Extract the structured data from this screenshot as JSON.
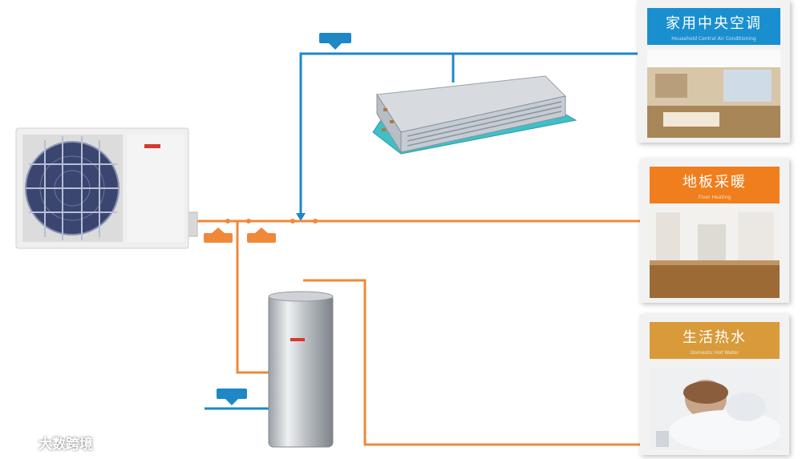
{
  "colors": {
    "blue_pipe": "#1e88c7",
    "orange_pipe": "#f0883a",
    "ac_title": "#1a8fd0",
    "floor_title": "#f07e1c",
    "water_title": "#d99a3a"
  },
  "cards": {
    "ac": {
      "title": "家用中央空调",
      "subtitle": "Household Central Air Conditioning"
    },
    "floor": {
      "title": "地板采暖",
      "subtitle": "Floor Heating"
    },
    "water": {
      "title": "生活热水",
      "subtitle": "Domestic Hot Water"
    }
  },
  "valves": {
    "top": "",
    "left_main": "",
    "right_main": "",
    "left_tag": "",
    "right_tag": "",
    "bottom": ""
  },
  "watermark": {
    "text": "大数跨境"
  }
}
